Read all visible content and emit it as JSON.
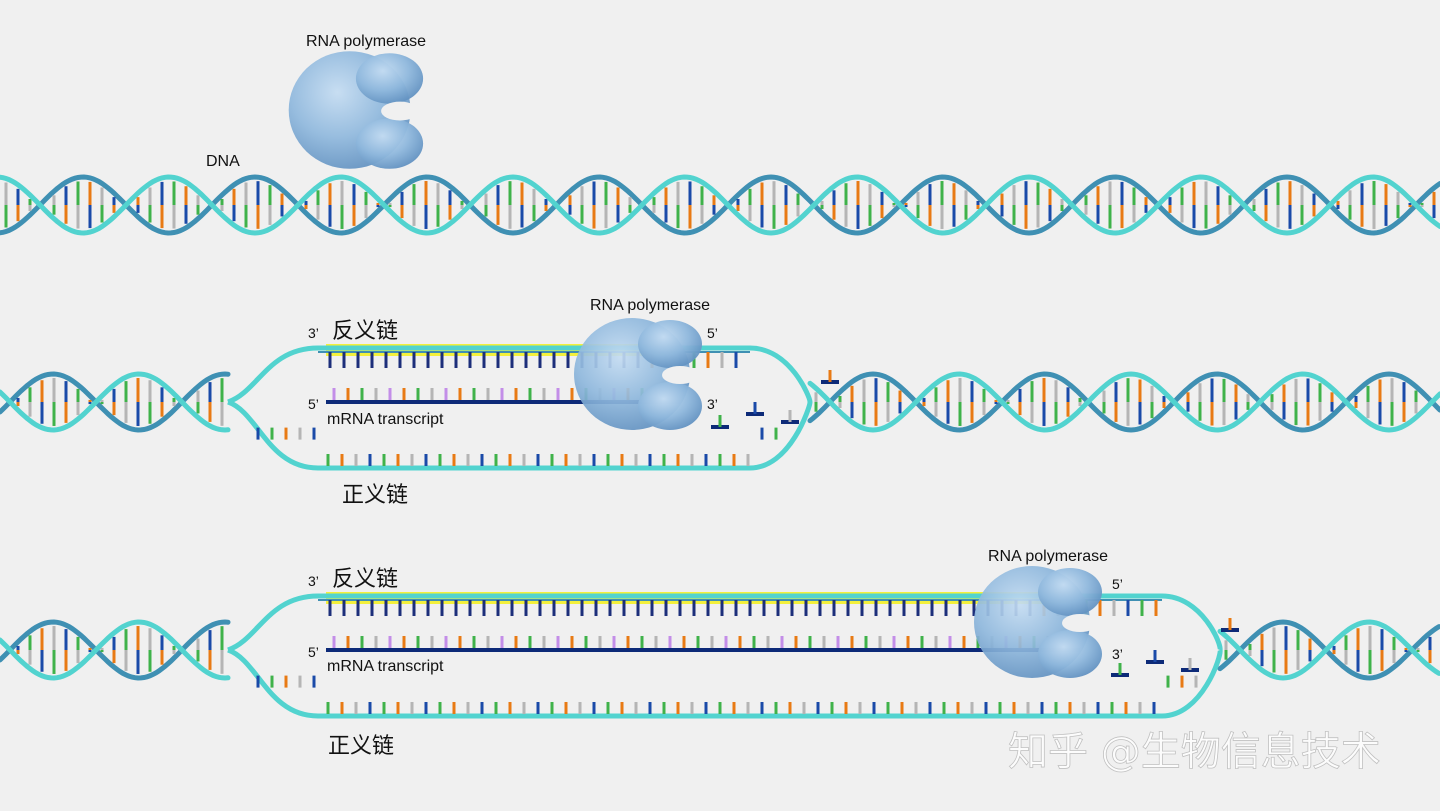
{
  "colors": {
    "background": "#f0f0f0",
    "strand_light": "#52d3cf",
    "strand_dark": "#3f90b3",
    "mrna": "#0d2a78",
    "highlight": "#f4f000",
    "polymerase": "#8fb8dd",
    "base_colors": [
      "#e87a14",
      "#3fb24a",
      "#1a4aa8",
      "#b5b5b5",
      "#c38ee8"
    ]
  },
  "panel1": {
    "polymerase_label": "RNA polymerase",
    "dna_label": "DNA"
  },
  "panel2": {
    "polymerase_label": "RNA polymerase",
    "antisense_label": "反义链",
    "sense_label": "正义链",
    "mrna_label": "mRNA transcript",
    "antisense_3prime": "3’",
    "antisense_5prime": "5’",
    "mrna_5prime": "5’",
    "mrna_3prime": "3’"
  },
  "panel3": {
    "polymerase_label": "RNA polymerase",
    "antisense_label": "反义链",
    "sense_label": "正义链",
    "mrna_label": "mRNA transcript",
    "antisense_3prime": "3’",
    "antisense_5prime": "5’",
    "mrna_5prime": "5’",
    "mrna_3prime": "3’"
  },
  "watermark": "知乎 @生物信息技术"
}
